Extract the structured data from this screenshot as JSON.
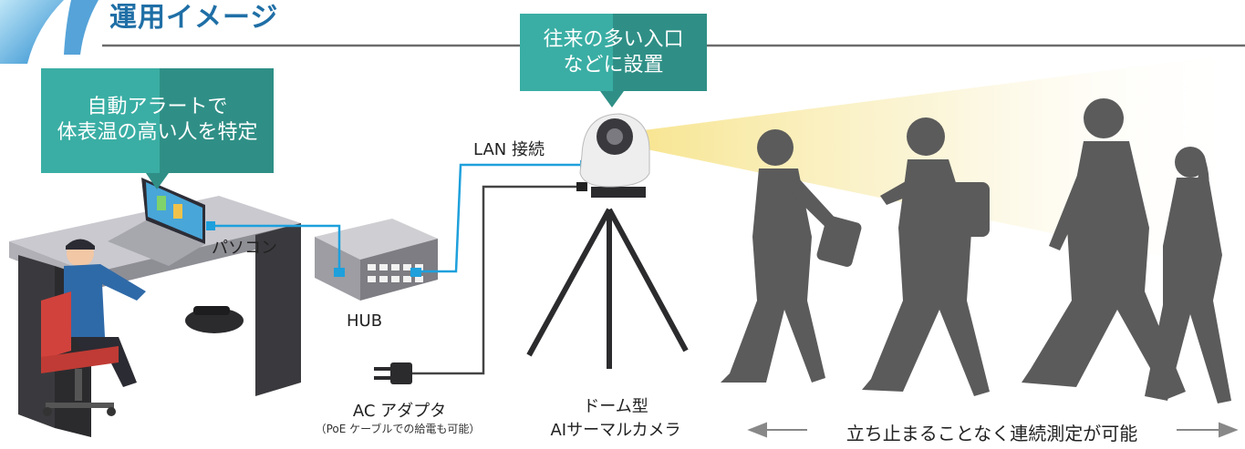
{
  "header": {
    "title": "運用イメージ"
  },
  "callouts": {
    "alert_line1": "自動アラートで",
    "alert_line2": "体表温の高い人を特定",
    "install_line1": "往来の多い入口",
    "install_line2": "などに設置"
  },
  "labels": {
    "pc": "パソコン",
    "lan": "LAN 接続",
    "hub": "HUB",
    "ac": "AC アダプタ",
    "ac_note": "（PoE ケーブルでの給電も可能）",
    "camera_line1": "ドーム型",
    "camera_line2": "AIサーマルカメラ",
    "walkers": "立ち止まることなく連続測定が可能"
  },
  "colors": {
    "accent_blue": "#1f6fa6",
    "teal": "#3aaea4",
    "teal_dark": "#2f8f86",
    "cable": "#1ea0dc",
    "silhouette": "#5b5b5b"
  }
}
